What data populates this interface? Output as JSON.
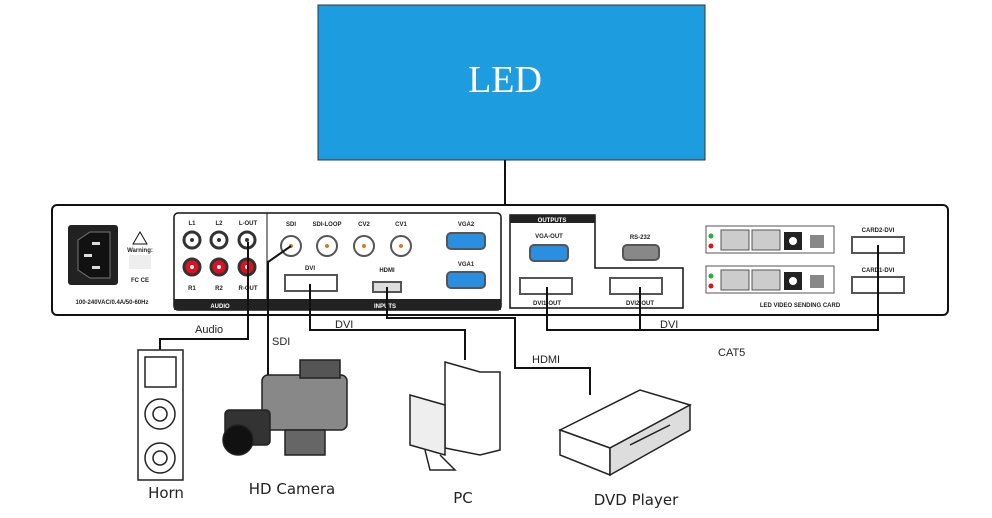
{
  "screen": {
    "title": "LED",
    "color": "#1d9de0"
  },
  "panel": {
    "power": {
      "warning": "Warning:",
      "cert": "FC CE",
      "rating": "100-240VAC/0.4A/50-60Hz"
    },
    "audio": {
      "section": "AUDIO",
      "ports": [
        "L1",
        "L2",
        "L-OUT",
        "R1",
        "R2",
        "R-OUT"
      ]
    },
    "inputs": {
      "section": "INPUTS",
      "ports": {
        "sdi": "SDI",
        "sdi_loop": "SDI-LOOP",
        "cv2": "CV2",
        "cv1": "CV1",
        "vga2": "VGA2",
        "vga1": "VGA1",
        "dvi": "DVI",
        "hdmi": "HDMI"
      }
    },
    "outputs": {
      "section": "OUTPUTS",
      "ports": {
        "vga_out": "VGA-OUT",
        "rs232": "RS-232",
        "dvi1_out": "DVI1-OUT",
        "dvi2_out": "DVI2-OUT"
      }
    },
    "card": {
      "card2": "CARD2-DVI",
      "card1": "CARD1-DVI",
      "label": "LED VIDEO SENDING CARD"
    }
  },
  "cables": {
    "audio": "Audio",
    "sdi": "SDI",
    "dvi_in": "DVI",
    "hdmi": "HDMI",
    "dvi_out": "DVI",
    "cat5": "CAT5"
  },
  "devices": {
    "horn": "Horn",
    "camera": "HD Camera",
    "pc": "PC",
    "dvd": "DVD Player"
  },
  "colors": {
    "vga": "#2a8fe0",
    "audio_red": "#e01020",
    "led_green": "#20b040"
  }
}
